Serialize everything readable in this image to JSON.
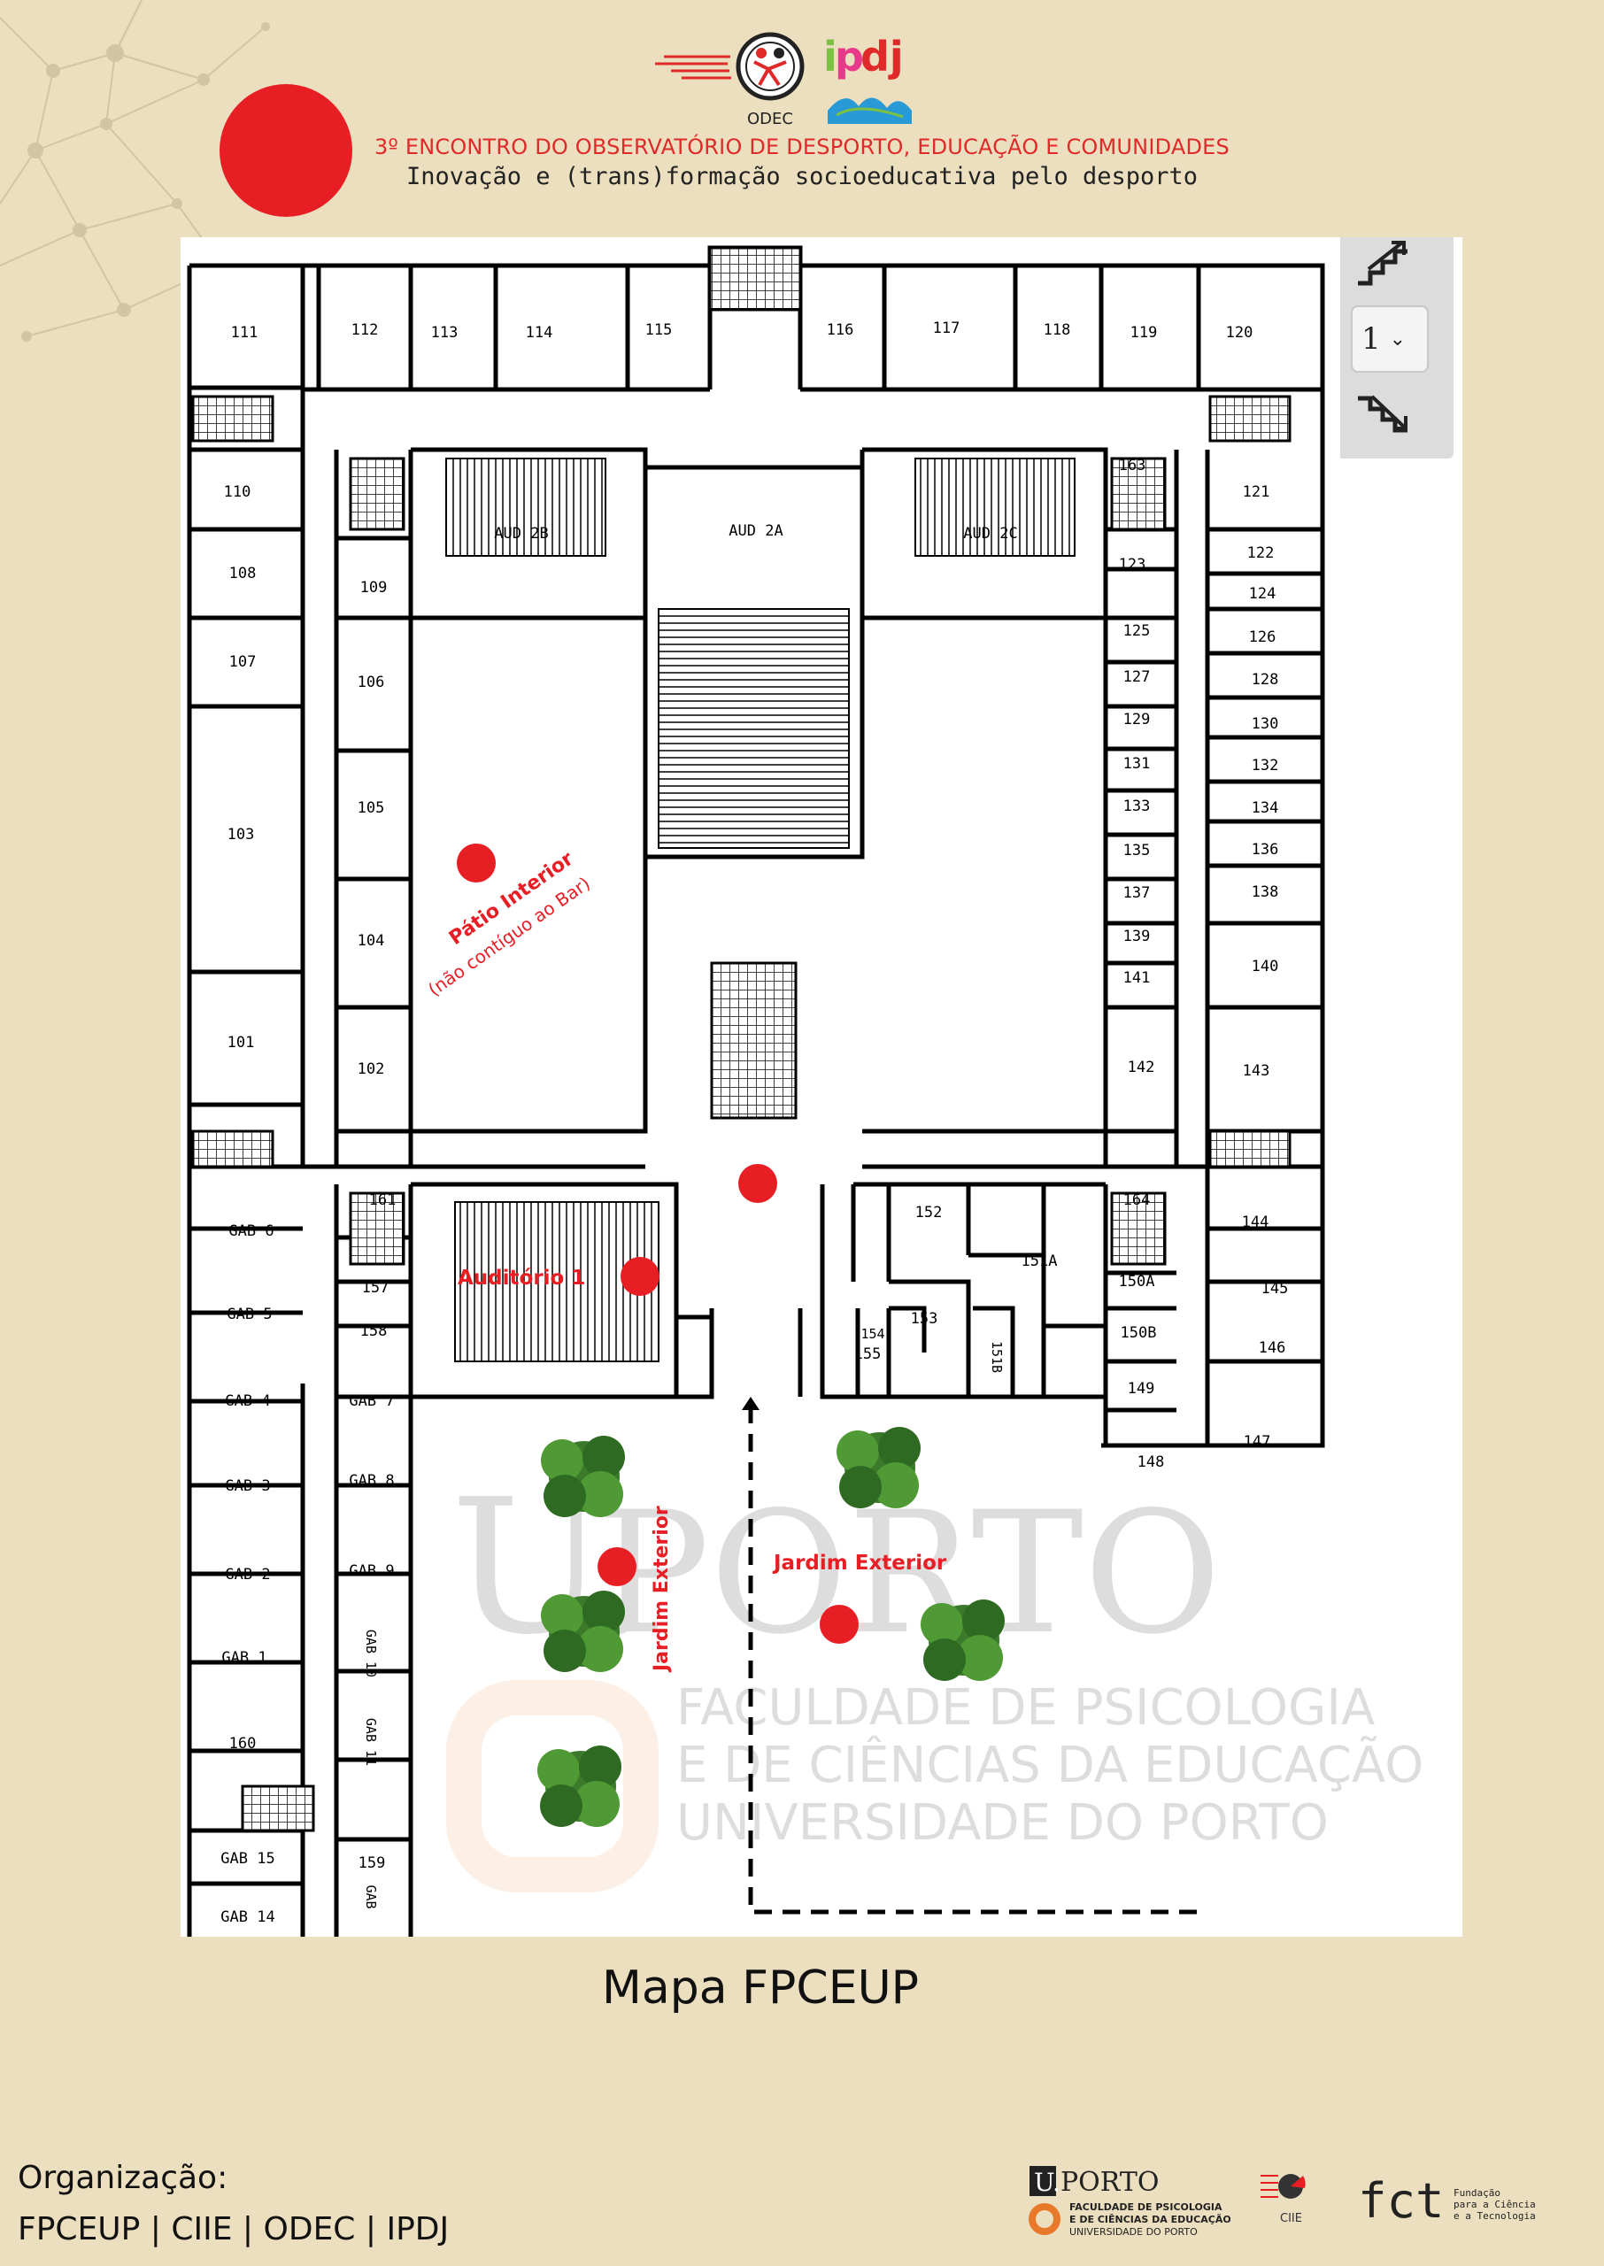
{
  "header": {
    "title": "3º ENCONTRO DO OBSERVATÓRIO DE DESPORTO, EDUCAÇÃO E COMUNIDADES",
    "subtitle": "Inovação e (trans)formação socioeducativa pelo desporto",
    "logo_odec": "ODEC",
    "logo_ipdj": "ipdj"
  },
  "map": {
    "floor_selected": "1",
    "rooms": {
      "r111": "111",
      "r112": "112",
      "r113": "113",
      "r114": "114",
      "r115": "115",
      "r116": "116",
      "r117": "117",
      "r118": "118",
      "r119": "119",
      "r120": "120",
      "r110": "110",
      "r108": "108",
      "r107": "107",
      "r103": "103",
      "r101": "101",
      "r109": "109",
      "r106": "106",
      "r105": "105",
      "r104": "104",
      "r102": "102",
      "aud2b": "AUD 2B",
      "aud2a": "AUD 2A",
      "aud2c": "AUD 2C",
      "r163": "163",
      "r123": "123",
      "r125": "125",
      "r127": "127",
      "r129": "129",
      "r131": "131",
      "r133": "133",
      "r135": "135",
      "r137": "137",
      "r139": "139",
      "r141": "141",
      "r142": "142",
      "r121": "121",
      "r122": "122",
      "r124": "124",
      "r126": "126",
      "r128": "128",
      "r130": "130",
      "r132": "132",
      "r134": "134",
      "r136": "136",
      "r138": "138",
      "r140": "140",
      "r143": "143",
      "gab6": "GAB 6",
      "gab5": "GAB 5",
      "gab4": "GAB 4",
      "gab3": "GAB 3",
      "gab2": "GAB 2",
      "gab1": "GAB 1",
      "r160": "160",
      "gab15": "GAB 15",
      "gab14": "GAB 14",
      "r161": "161",
      "r157": "157",
      "r158": "158",
      "gab7": "GAB 7",
      "gab8": "GAB 8",
      "gab9": "GAB 9",
      "gab10": "GAB 10",
      "gab11": "GAB 11",
      "r159": "159",
      "gab12": "GAB",
      "r152": "152",
      "r151a": "151A",
      "r153": "153",
      "r154": "154",
      "r155": "155",
      "r151b": "151B",
      "r164": "164",
      "r150a": "150A",
      "r150b": "150B",
      "r149": "149",
      "r148": "148",
      "r144": "144",
      "r145": "145",
      "r146": "146",
      "r147": "147"
    },
    "markers": {
      "patio_title": "Pátio Interior",
      "patio_note": "(não contíguo ao Bar)",
      "auditorio": "Auditório 1",
      "jardim_left": "Jardim Exterior",
      "jardim_right": "Jardim Exterior"
    },
    "watermark": {
      "u": "U.",
      "porto": "PORTO",
      "line1": "FACULDADE DE PSICOLOGIA",
      "line2": "E DE CIÊNCIAS DA EDUCAÇÃO",
      "line3": "UNIVERSIDADE DO PORTO"
    }
  },
  "map_title": "Mapa FPCEUP",
  "footer": {
    "org_label": "Organização:",
    "org_value": "FPCEUP | CIIE | ODEC | IPDJ",
    "uporto_u": "U.",
    "uporto_porto": "PORTO",
    "uporto_l1": "FACULDADE DE PSICOLOGIA",
    "uporto_l2": "E DE CIÊNCIAS DA EDUCAÇÃO",
    "uporto_l3": "UNIVERSIDADE DO PORTO",
    "ciie": "CIIE",
    "fct": "fct",
    "fct_l1": "Fundação",
    "fct_l2": "para a Ciência",
    "fct_l3": "e a Tecnologia"
  },
  "colors": {
    "accent_red": "#e81e25",
    "background": "#ebdfbf"
  }
}
